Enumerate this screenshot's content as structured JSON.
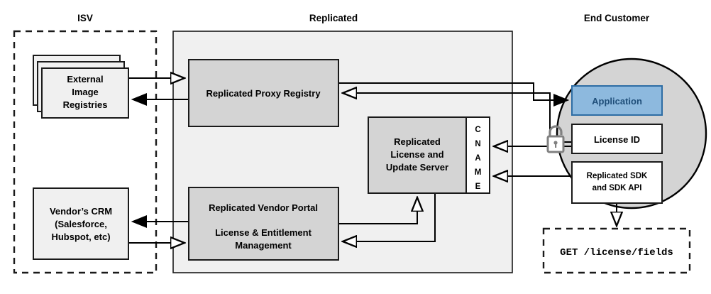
{
  "zones": {
    "isv": {
      "title": "ISV"
    },
    "replicated": {
      "title": "Replicated"
    },
    "end_customer": {
      "title": "End Customer"
    }
  },
  "nodes": {
    "external_image_registries": {
      "lines": [
        "External",
        "Image",
        "Registries"
      ]
    },
    "vendors_crm": {
      "lines": [
        "Vendor’s CRM",
        "(Salesforce,",
        "Hubspot, etc)"
      ]
    },
    "proxy_registry": {
      "lines": [
        "Replicated Proxy Registry"
      ]
    },
    "license_update_server": {
      "lines": [
        "Replicated",
        "License and",
        "Update Server"
      ]
    },
    "cname": {
      "letters": [
        "C",
        "N",
        "A",
        "M",
        "E"
      ],
      "full": "CNAME"
    },
    "vendor_portal": {
      "lines": [
        "Replicated Vendor Portal",
        "License & Entitlement",
        "Management"
      ]
    },
    "application": {
      "lines": [
        "Application"
      ]
    },
    "license_id": {
      "lines": [
        "License ID"
      ]
    },
    "replicated_sdk": {
      "lines": [
        "Replicated SDK",
        "and SDK API"
      ]
    },
    "api_request": {
      "text": "GET /license/fields"
    }
  },
  "icons": {
    "unlock": "unlock-icon"
  },
  "colors": {
    "page_background": "#FFFFFF",
    "zone_panel_fill": "#F0F0F0",
    "node_gray_fill": "#D4D4D4",
    "node_light_fill": "#F0F0F0",
    "node_white_fill": "#FFFFFF",
    "application_fill": "#8DB9DE",
    "application_text": "#1F4E79",
    "application_border": "#2E6DA4",
    "customer_circle_fill": "#D4D4D4",
    "stroke": "#1A1A1A",
    "lock_gray": "#808080"
  }
}
